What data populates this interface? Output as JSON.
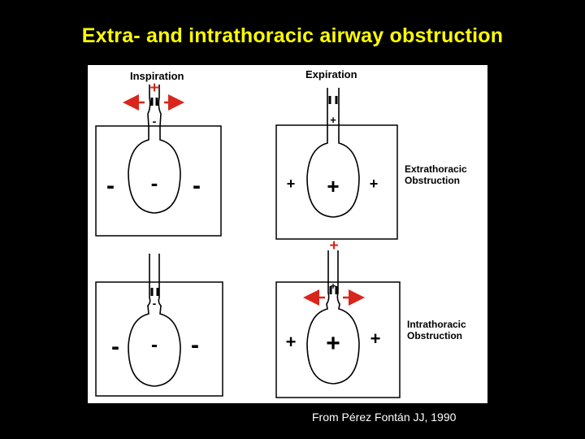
{
  "title": "Extra- and intrathoracic airway obstruction",
  "credit": "From Pérez Fontán JJ, 1990",
  "columns": {
    "inspiration": "Inspiration",
    "expiration": "Expiration"
  },
  "rows": {
    "extrathoracic_line1": "Extrathoracic",
    "extrathoracic_line2": "Obstruction",
    "intrathoracic_line1": "Intrathoracic",
    "intrathoracic_line2": "Obstruction"
  },
  "signs": {
    "plus": "+",
    "minus": "-"
  },
  "colors": {
    "background": "#000000",
    "title": "#ffff00",
    "panel": "#ffffff",
    "arrow": "#d9261c",
    "ink": "#000000"
  }
}
